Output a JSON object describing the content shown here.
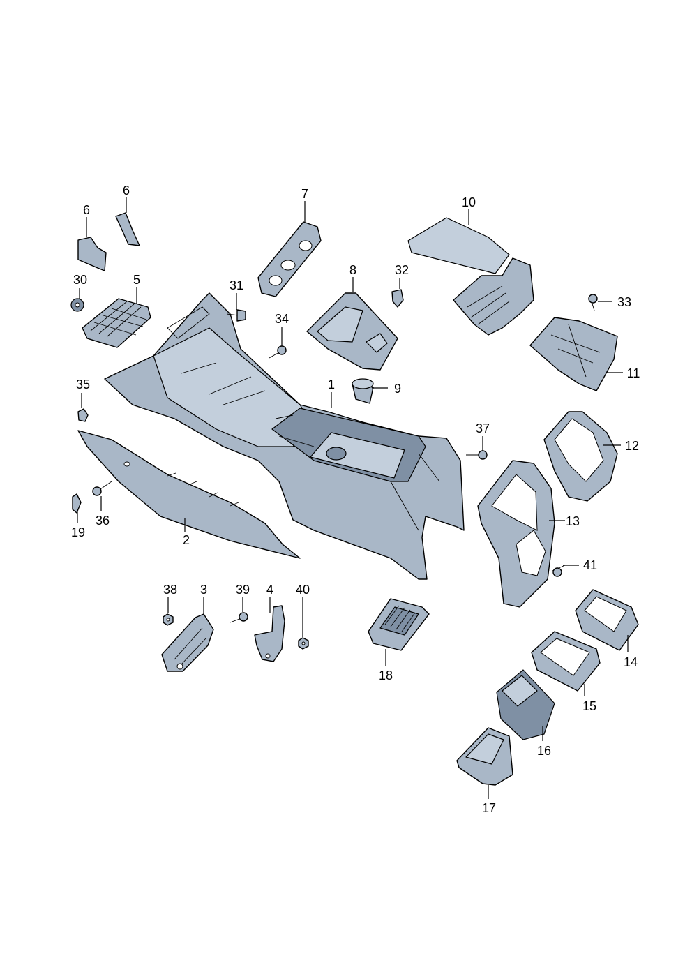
{
  "callouts": {
    "c1": "1",
    "c2": "2",
    "c3": "3",
    "c4": "4",
    "c5": "5",
    "c6a": "6",
    "c6b": "6",
    "c7": "7",
    "c8": "8",
    "c9": "9",
    "c10": "10",
    "c11": "11",
    "c12": "12",
    "c13": "13",
    "c14": "14",
    "c15": "15",
    "c16": "16",
    "c17": "17",
    "c18": "18",
    "c19": "19",
    "c30": "30",
    "c31": "31",
    "c32": "32",
    "c33": "33",
    "c34": "34",
    "c35": "35",
    "c36": "36",
    "c37": "37",
    "c38": "38",
    "c39": "39",
    "c40": "40",
    "c41": "41"
  },
  "colors": {
    "part_fill": "#a9b7c7",
    "part_highlight": "#c3cfdc",
    "part_shadow": "#7f90a4",
    "outline": "#000000",
    "background": "#ffffff"
  }
}
